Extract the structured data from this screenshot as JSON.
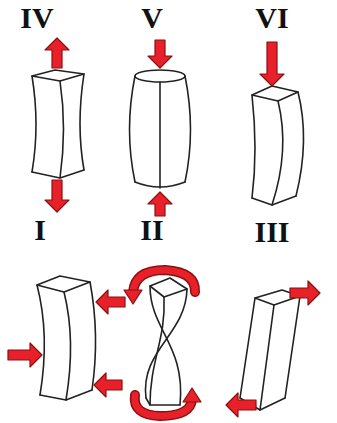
{
  "diagram": {
    "labels": [
      "IV",
      "V",
      "VI",
      "I",
      "II",
      "III"
    ]
  }
}
